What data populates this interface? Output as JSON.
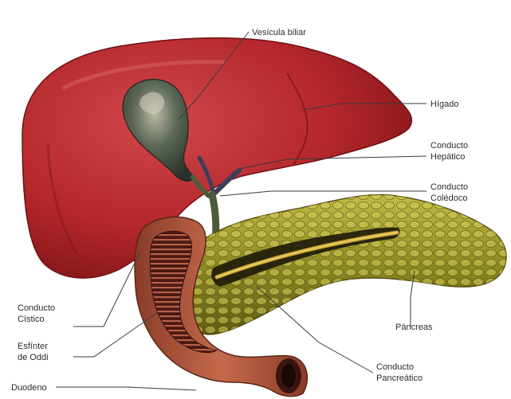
{
  "labels": {
    "gallbladder": "Vesícula biliar",
    "liver": "Hígado",
    "hepatic_duct_1": "Conducto",
    "hepatic_duct_2": "Hepático",
    "common_bile_duct_1": "Conducto",
    "common_bile_duct_2": "Colédoco",
    "cystic_duct_1": "Conducto",
    "cystic_duct_2": "Cístico",
    "oddi_1": "Esfínter",
    "oddi_2": "de Oddi",
    "duodenum": "Duodeno",
    "pancreas": "Páncreas",
    "pancreatic_duct_1": "Conducto",
    "pancreatic_duct_2": "Pancreático"
  },
  "colors": {
    "liver": "#b3262b",
    "liver_dark": "#7e1518",
    "liver_light": "#d0474a",
    "gallbladder": "#3f4a3d",
    "pancreas": "#8e8a22",
    "pancreas_light": "#c2bb45",
    "duodenum": "#b05a3e",
    "duodenum_inner": "#3a1410",
    "duct": "#4a5c3a"
  }
}
